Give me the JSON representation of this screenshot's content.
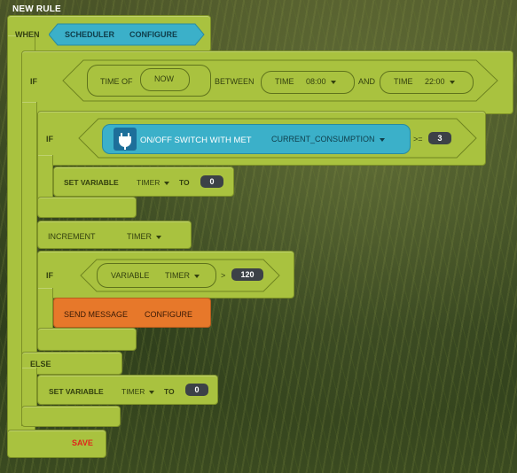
{
  "title": "NEW RULE",
  "when": {
    "label": "WHEN",
    "trigger": "SCHEDULER",
    "trigger_action": "CONFIGURE"
  },
  "if1": {
    "label": "IF",
    "time_of": "TIME OF",
    "now": "NOW",
    "between": "BETWEEN",
    "time1_label": "TIME",
    "time1_value": "08:00",
    "and": "AND",
    "time2_label": "TIME",
    "time2_value": "22:00"
  },
  "if2": {
    "label": "IF",
    "device": "ON/OFF SWITCH WITH MET",
    "property": "CURRENT_CONSUMPTION",
    "operator": ">=",
    "value": "3"
  },
  "set1": {
    "label": "SET VARIABLE",
    "variable": "TIMER",
    "to": "TO",
    "value": "0"
  },
  "increment": {
    "label": "INCREMENT",
    "variable": "TIMER"
  },
  "if3": {
    "label": "IF",
    "var_label": "VARIABLE",
    "variable": "TIMER",
    "operator": ">",
    "value": "120"
  },
  "send": {
    "label": "SEND MESSAGE",
    "action": "CONFIGURE"
  },
  "else": {
    "label": "ELSE"
  },
  "set2": {
    "label": "SET VARIABLE",
    "variable": "TIMER",
    "to": "TO",
    "value": "0"
  },
  "save": {
    "label": "SAVE",
    "color": "#e0251b"
  },
  "colors": {
    "block": "#a9c23f",
    "scheduler": "#3bb0c9",
    "device": "#3bb0c9",
    "send": "#e7782a",
    "number": "#3c4147"
  },
  "icons": {
    "device": "plug-icon"
  }
}
